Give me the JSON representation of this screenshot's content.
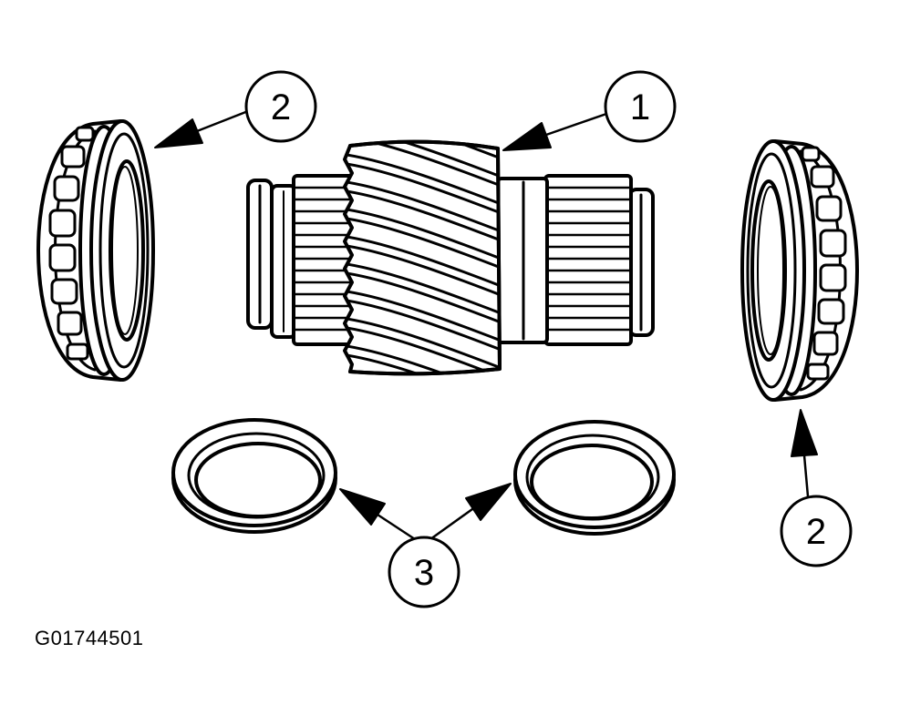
{
  "colors": {
    "ink": "#000000",
    "paper": "#ffffff"
  },
  "callouts": [
    {
      "label": "2"
    },
    {
      "label": "1"
    },
    {
      "label": "2"
    },
    {
      "label": "3"
    }
  ],
  "figure_id": "G01744501"
}
